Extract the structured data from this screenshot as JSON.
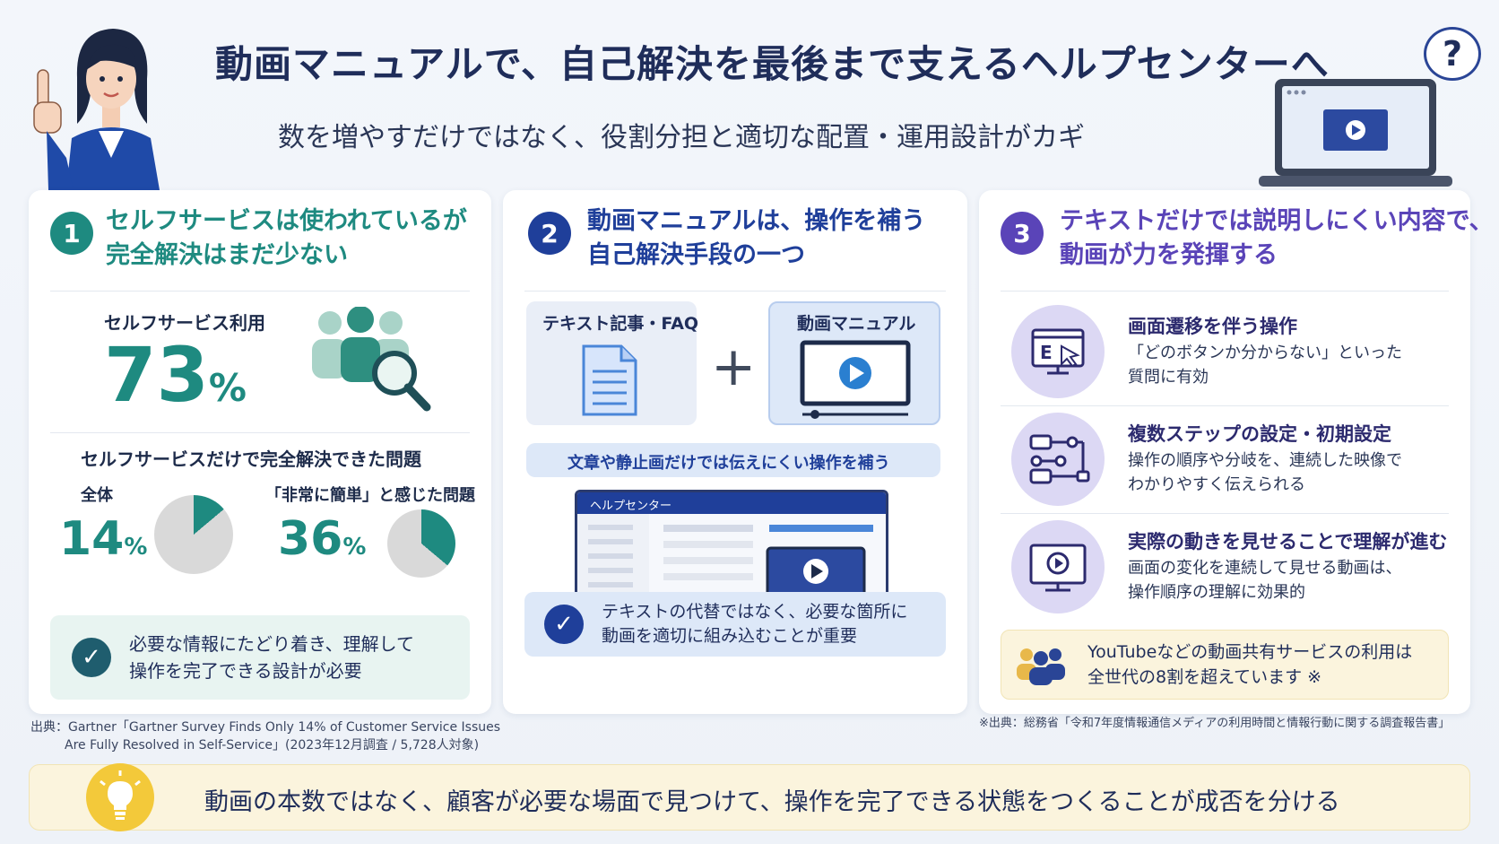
{
  "header": {
    "title": "動画マニュアルで、自己解決を最後まで支えるヘルプセンターへ",
    "subtitle": "数を増やすだけではなく、役割分担と適切な配置・運用設計がカギ",
    "question_mark": "?"
  },
  "card1": {
    "number": "1",
    "title_line1": "セルフサービスは使われているが",
    "title_line2": "完全解決はまだ少ない",
    "usage_label": "セルフサービス利用",
    "usage_value": "73",
    "percent": "%",
    "resolved_label": "セルフサービスだけで完全解決できた問題",
    "overall_label": "全体",
    "overall_value": "14",
    "overall_fraction": 0.14,
    "easy_label": "「非常に簡単」と感じた問題",
    "easy_value": "36",
    "easy_fraction": 0.36,
    "note_line1": "必要な情報にたどり着き、理解して",
    "note_line2": "操作を完了できる設計が必要"
  },
  "card2": {
    "number": "2",
    "title_line1": "動画マニュアルは、操作を補う",
    "title_line2": "自己解決手段の一つ",
    "text_panel_label": "テキスト記事・FAQ",
    "plus": "+",
    "video_panel_label": "動画マニュアル",
    "supplement_label": "文章や静止画だけでは伝えにくい操作を補う",
    "help_center_label": "ヘルプセンター",
    "note_line1": "テキストの代替ではなく、必要な箇所に",
    "note_line2": "動画を適切に組み込むことが重要"
  },
  "card3": {
    "number": "3",
    "title_line1": "テキストだけでは説明しにくい内容で、",
    "title_line2": "動画が力を発揮する",
    "features": [
      {
        "title": "画面遷移を伴う操作",
        "desc_line1": "「どのボタンか分からない」といった",
        "desc_line2": "質問に有効",
        "icon": "screen-transition-icon"
      },
      {
        "title": "複数ステップの設定・初期設定",
        "desc_line1": "操作の順序や分岐を、連続した映像で",
        "desc_line2": "わかりやすく伝えられる",
        "icon": "flowchart-icon"
      },
      {
        "title": "実際の動きを見せることで理解が進む",
        "desc_line1": "画面の変化を連続して見せる動画は、",
        "desc_line2": "操作順序の理解に効果的",
        "icon": "video-monitor-icon"
      }
    ],
    "note_line1": "YouTubeなどの動画共有サービスの利用は",
    "note_line2": "全世代の8割を超えています ※"
  },
  "sources": {
    "left_line1": "出典：Gartner「Gartner Survey Finds Only 14% of Customer Service Issues",
    "left_line2": "Are Fully Resolved in Self-Service」(2023年12月調査 / 5,728人対象)",
    "right": "※出典：総務省「令和7年度情報通信メディアの利用時間と情報行動に関する調査報告書」"
  },
  "banner": {
    "text": "動画の本数ではなく、顧客が必要な場面で見つけて、操作を完了できる状態をつくることが成否を分ける"
  },
  "colors": {
    "teal": "#1e8a80",
    "navy": "#1f3f9a",
    "purple": "#5a44b8",
    "pie_gray": "#d9d9d9"
  }
}
